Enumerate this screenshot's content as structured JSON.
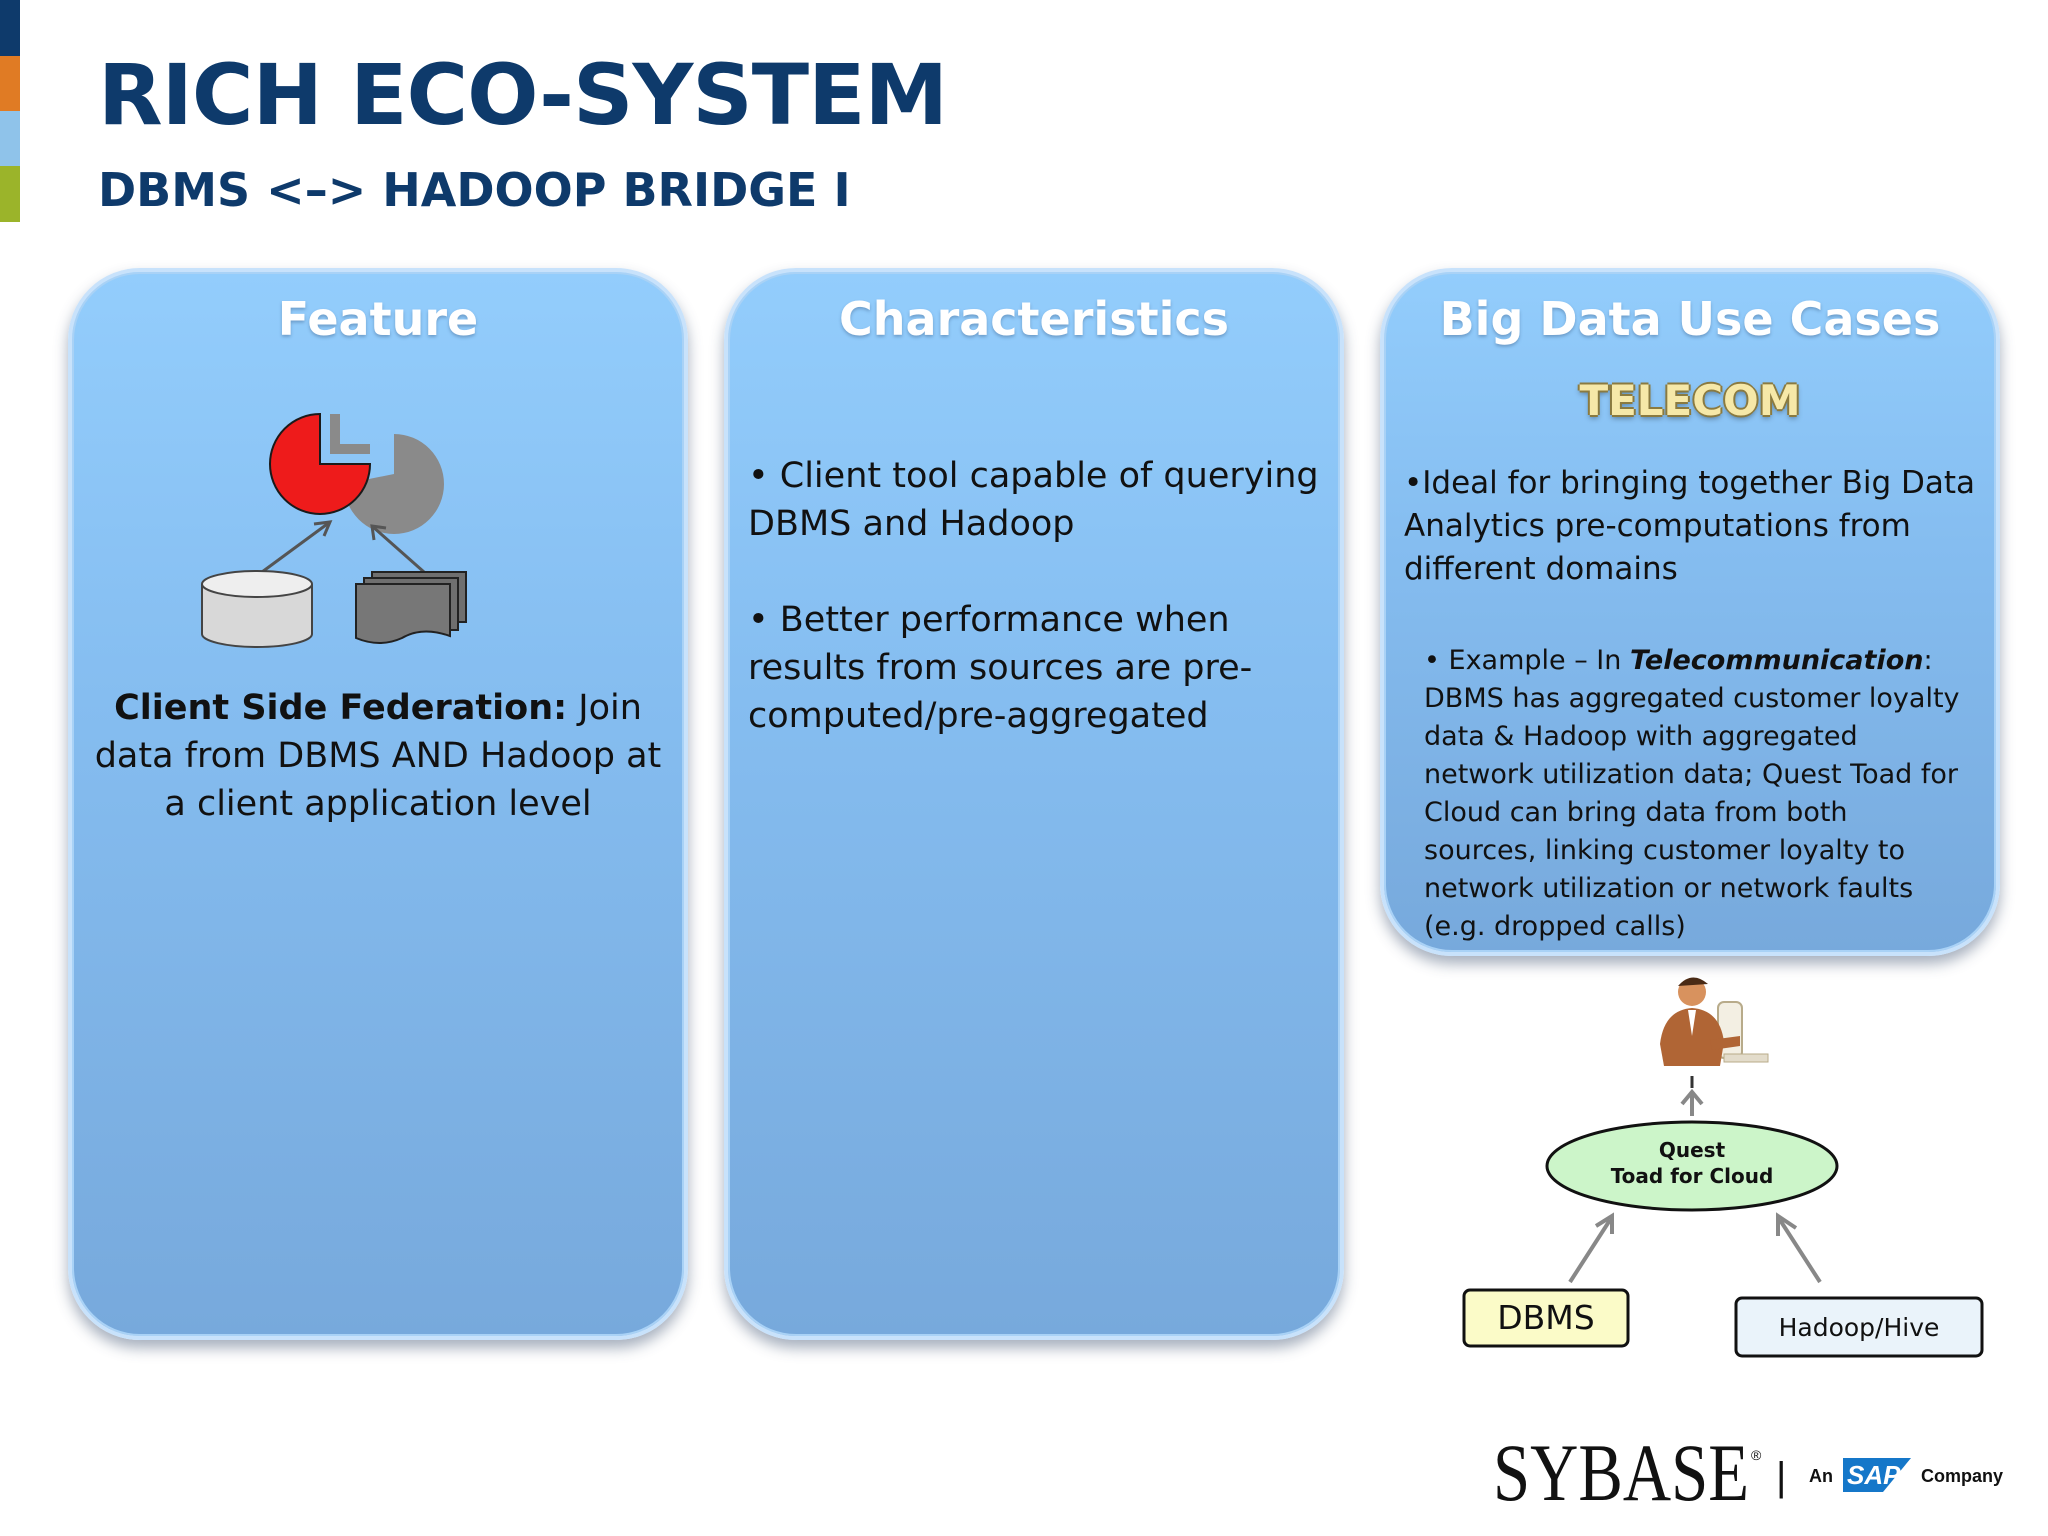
{
  "header": {
    "title": "RICH ECO-SYSTEM",
    "subtitle": "DBMS <–> HADOOP BRIDGE I"
  },
  "accent_colors": [
    "#0e3a6b",
    "#e07b24",
    "#8fc3ea",
    "#9bb42a"
  ],
  "panels": {
    "feature": {
      "title": "Feature",
      "icon": "client-federation-diagram-icon",
      "text_bold": "Client Side Federation:",
      "text_rest": " Join data from DBMS AND Hadoop at a client application level"
    },
    "characteristics": {
      "title": "Characteristics",
      "bullets": [
        "• Client tool capable of querying DBMS and Hadoop",
        "• Better performance when results from sources are pre-computed/pre-aggregated"
      ]
    },
    "use_cases": {
      "title": "Big Data Use Cases",
      "tag": "TELECOM",
      "main_text": "•Ideal for bringing together Big Data Analytics pre-computations from different domains",
      "example_prefix": "• Example – In ",
      "example_emphasis": "Telecommunication",
      "example_rest": ": DBMS has aggregated customer loyalty data & Hadoop with aggregated network utilization data; Quest Toad for Cloud can bring data from both sources, linking customer loyalty to network utilization or network faults (e.g. dropped calls)"
    }
  },
  "diagram": {
    "user_icon": "person-at-computer-icon",
    "center_node": {
      "line1": "Quest",
      "line2": "Toad for Cloud"
    },
    "left_source": "DBMS",
    "right_source": "Hadoop/Hive"
  },
  "logo": {
    "brand": "SYBASE",
    "reg_mark": "®",
    "separator": "|",
    "prefix": "An",
    "partner": "SAP",
    "suffix": "Company"
  }
}
